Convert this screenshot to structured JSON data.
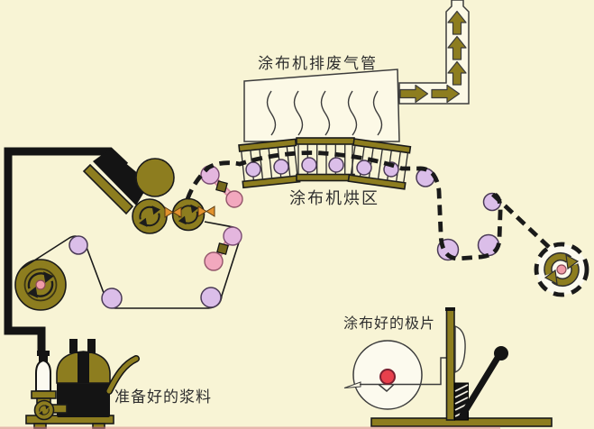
{
  "diagram": {
    "labels": {
      "exhaust_pipe": "涂布机排废气管",
      "drying_zone": "涂布机烘区",
      "prepared_slurry": "准备好的浆料",
      "coated_sheet": "涂布好的极片"
    },
    "colors": {
      "background": "#F8F4D5",
      "panel": "#FCF9E6",
      "olive": "#8D7D1F",
      "roller_violet": "#DBBEE9",
      "roller_pink": "#F2A8BE",
      "center_dot": "#F09CA8",
      "red_ball": "#E8404C",
      "orange_arrow": "#E2922E",
      "ink": "#1A1A1A",
      "outline": "#3C3C3C"
    },
    "icons": {
      "rotation": "rotation-arrows-icon",
      "flow": "flow-arrow-icon"
    }
  }
}
